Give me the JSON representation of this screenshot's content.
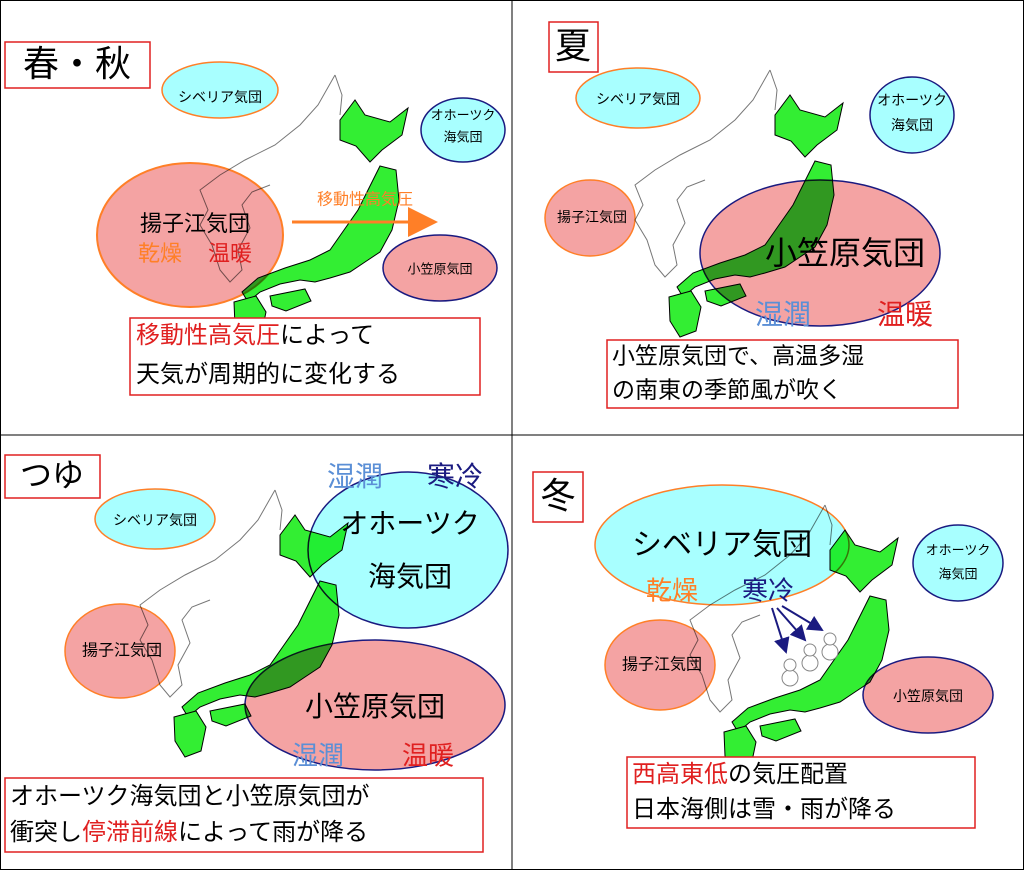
{
  "colors": {
    "land": "#33ee33",
    "pink": "#f4a3a3",
    "cyan": "#a8ffff",
    "red": "#e02020",
    "orange": "#ff7f27",
    "navy": "#1a1a80",
    "humid_blue": "#5b8fd6"
  },
  "panels": [
    {
      "title": "春・秋",
      "siberia": "シベリア気団",
      "okhotsk": [
        "オホーツク",
        "海気団"
      ],
      "yangtze": "揚子江気団",
      "ogasawara": "小笠原気団",
      "dry": "乾燥",
      "warm": "温暖",
      "arrow_label": "移動性高気圧",
      "caption": {
        "line1_red": "移動性高気圧",
        "line1_rest": "によって",
        "line2": "天気が周期的に変化する"
      }
    },
    {
      "title": "夏",
      "siberia": "シベリア気団",
      "okhotsk": [
        "オホーツク",
        "海気団"
      ],
      "yangtze": "揚子江気団",
      "ogasawara": "小笠原気団",
      "humid": "湿潤",
      "warm": "温暖",
      "caption": {
        "line1": "小笠原気団で、高温多湿",
        "line2": "の南東の季節風が吹く"
      }
    },
    {
      "title": "つゆ",
      "siberia": "シベリア気団",
      "okhotsk": [
        "オホーツク",
        "海気団"
      ],
      "yangtze": "揚子江気団",
      "ogasawara": "小笠原気団",
      "humid": "湿潤",
      "cold": "寒冷",
      "humid2": "湿潤",
      "warm": "温暖",
      "caption": {
        "line1": "オホーツク海気団と小笠原気団が",
        "line2_a": "衝突し",
        "line2_red": "停滞前線",
        "line2_b": "によって雨が降る"
      }
    },
    {
      "title": "冬",
      "siberia": "シベリア気団",
      "okhotsk": [
        "オホーツク",
        "海気団"
      ],
      "yangtze": "揚子江気団",
      "ogasawara": "小笠原気団",
      "dry": "乾燥",
      "cold": "寒冷",
      "caption": {
        "line1_red": "西高東低",
        "line1_rest": "の気圧配置",
        "line2": "日本海側は雪・雨が降る"
      }
    }
  ]
}
